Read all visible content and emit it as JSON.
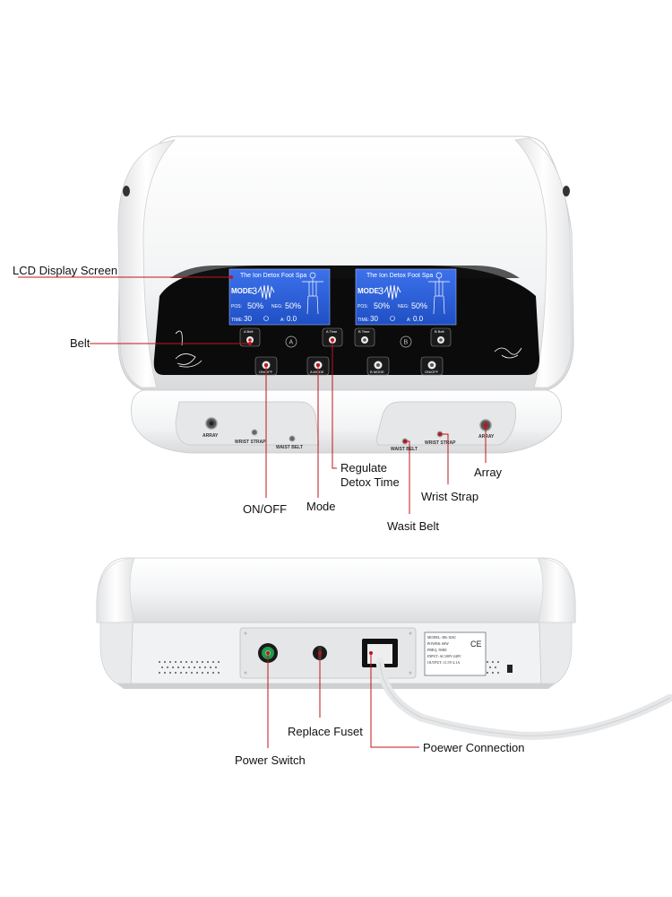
{
  "accent_color": "#c0141c",
  "lcd_color": "#2a5fd8",
  "callouts": {
    "lcd": "LCD Display Screen",
    "belt": "Belt",
    "regulate": "Regulate",
    "detox_time": "Detox Time",
    "array": "Array",
    "wrist_strap": "Wrist Strap",
    "onoff": "ON/OFF",
    "mode": "Mode",
    "waist_belt": "Wasit Belt",
    "replace_fuse": "Replace Fuset",
    "power_connection": "Poewer Connection",
    "power_switch": "Power Switch"
  },
  "lcd_screens": [
    {
      "title": "The Ion Detox Foot Spa",
      "mode_label": "MODE",
      "mode_value": "3",
      "pos_label": "POS:",
      "pos_value": "50%",
      "neg_label": "NEG:",
      "neg_value": "50%",
      "time_label": "TIME:",
      "time_value": "30",
      "amp_label": "A:",
      "amp_value": "0.0"
    },
    {
      "title": "The Ion Detox Foot Spa",
      "mode_label": "MODE",
      "mode_value": "3",
      "pos_label": "POS:",
      "pos_value": "50%",
      "neg_label": "NEG:",
      "neg_value": "50%",
      "time_label": "TIME:",
      "time_value": "30",
      "amp_label": "A:",
      "amp_value": "0.0"
    }
  ],
  "panel": {
    "channel_a": "A",
    "channel_b": "B",
    "btn_a_belt": "A Belt",
    "btn_a_time": "A Time",
    "btn_b_time": "B Time",
    "btn_b_belt": "B Belt",
    "btn_on_off_1": "ON/OFF",
    "btn_a_mode": "A MODE",
    "btn_b_mode": "B MODE",
    "btn_on_off_2": "ON/OFF",
    "port_array_left": "ARRAY",
    "port_wrist_left": "WRIST STRAP",
    "port_waist_left": "WAIST BELT",
    "port_waist_right": "WAIST BELT",
    "port_wrist_right": "WRIST STRAP",
    "port_array_right": "ARRAY"
  },
  "rear_label": {
    "model": "MODEL: DK-303C",
    "power": "POWER: 60W",
    "freq": "FREQ: 50HZ",
    "input": "INPUT: AC100V-240V",
    "output": "OUTPUT: 11.5V-2.1A",
    "ce": "CE"
  }
}
